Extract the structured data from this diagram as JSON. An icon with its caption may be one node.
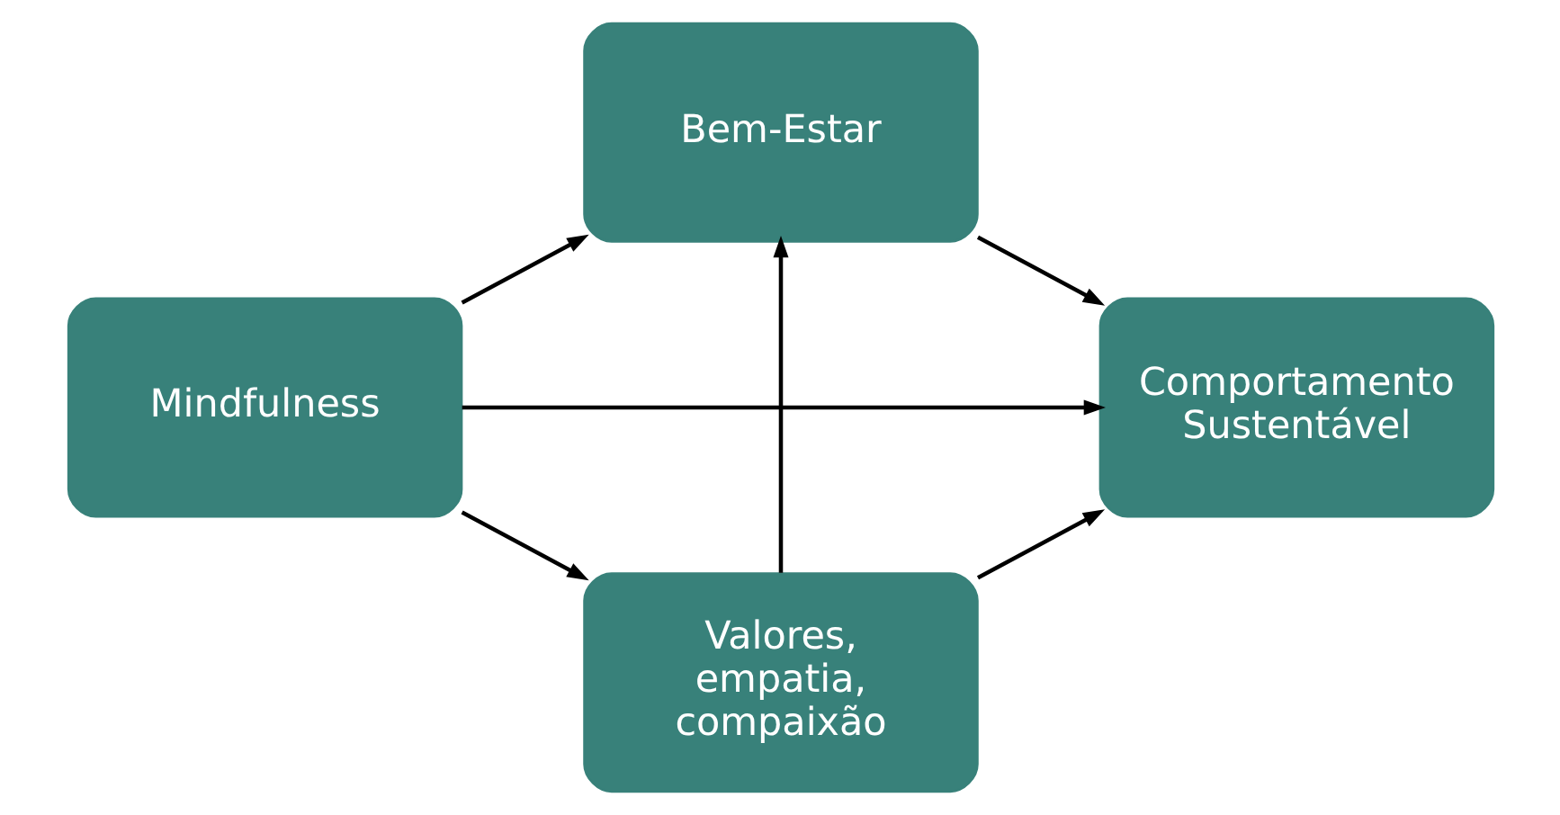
{
  "diagram": {
    "nodes": [
      {
        "text": [
          "Mindfulness"
        ]
      },
      {
        "text": [
          "Bem-Estar"
        ]
      },
      {
        "text": [
          "Comportamento Sustentável"
        ]
      },
      {
        "text": [
          "Valores, empatia, compaixão"
        ]
      }
    ],
    "edges": [
      {
        "from": 0,
        "to": 1,
        "arrow": "to"
      },
      {
        "from": 1,
        "to": 2,
        "arrow": "to"
      },
      {
        "from": 0,
        "to": 2,
        "arrow": "to"
      },
      {
        "from": 0,
        "to": 3,
        "arrow": "to"
      },
      {
        "from": 3,
        "to": 2,
        "arrow": "to"
      },
      {
        "from": 3,
        "to": 1,
        "arrow": "to"
      }
    ]
  }
}
